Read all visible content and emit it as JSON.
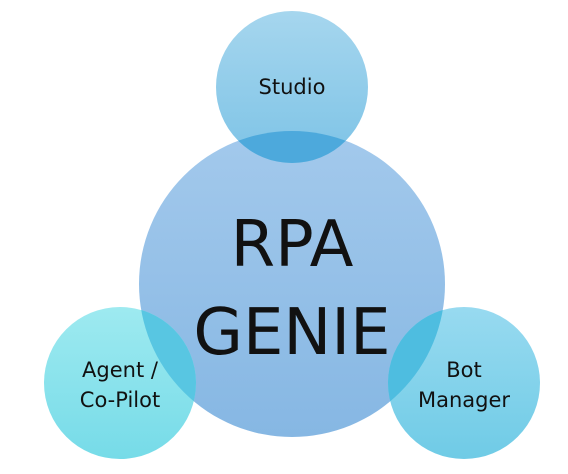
{
  "diagram": {
    "center": {
      "line1": "RPA",
      "line2": "GENIE"
    },
    "nodes": {
      "top": {
        "label": "Studio"
      },
      "left": {
        "line1": "Agent /",
        "line2": "Co-Pilot"
      },
      "right": {
        "line1": "Bot",
        "line2": "Manager"
      }
    }
  },
  "colors": {
    "center_fill": "#8fbde6",
    "top_fill": "#8ecbe8",
    "left_fill": "#86e3ec",
    "right_fill": "#7fd2ea",
    "overlap_fill": "#5bb7e0",
    "text": "#111111"
  }
}
